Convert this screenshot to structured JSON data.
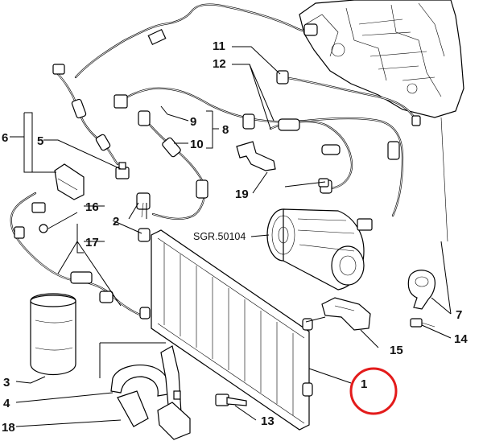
{
  "callouts": {
    "c1": "1",
    "c2": "2",
    "c3": "3",
    "c4": "4",
    "c5": "5",
    "c6": "6",
    "c7": "7",
    "c8": "8",
    "c9": "9",
    "c10": "10",
    "c11": "11",
    "c12": "12",
    "c13": "13",
    "c14": "14",
    "c15": "15",
    "c16": "16",
    "c17": "17",
    "c18": "18",
    "c19": "19"
  },
  "compressor_ref": "SGR.50104",
  "colors": {
    "line": "#000000",
    "highlight": "#e31b1b",
    "background": "#ffffff"
  }
}
